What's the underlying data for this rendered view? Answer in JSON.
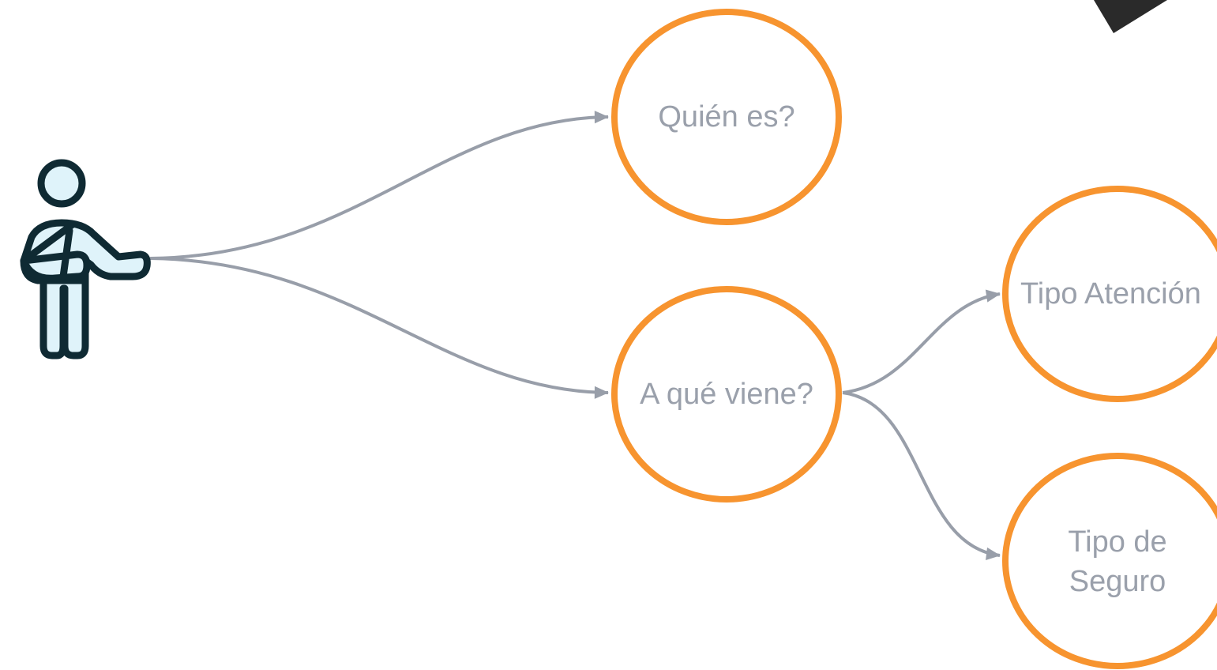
{
  "diagram": {
    "actor": {
      "icon": "injured-person-icon"
    },
    "nodes": {
      "quien": "Quién es?",
      "aque": "A qué viene?",
      "atencion": "Tipo Atención",
      "seguro_line1": "Tipo de",
      "seguro_line2": "Seguro"
    },
    "edges": [
      {
        "from": "actor",
        "to": "quien"
      },
      {
        "from": "actor",
        "to": "aque"
      },
      {
        "from": "aque",
        "to": "atencion"
      },
      {
        "from": "aque",
        "to": "seguro"
      }
    ],
    "colors": {
      "node_border": "#f7942f",
      "edge": "#989ea9",
      "label": "#9aa0ab",
      "icon_fill": "#dff3fa",
      "icon_stroke": "#0f2a33",
      "corner_shape": "#2a2a2a"
    }
  }
}
